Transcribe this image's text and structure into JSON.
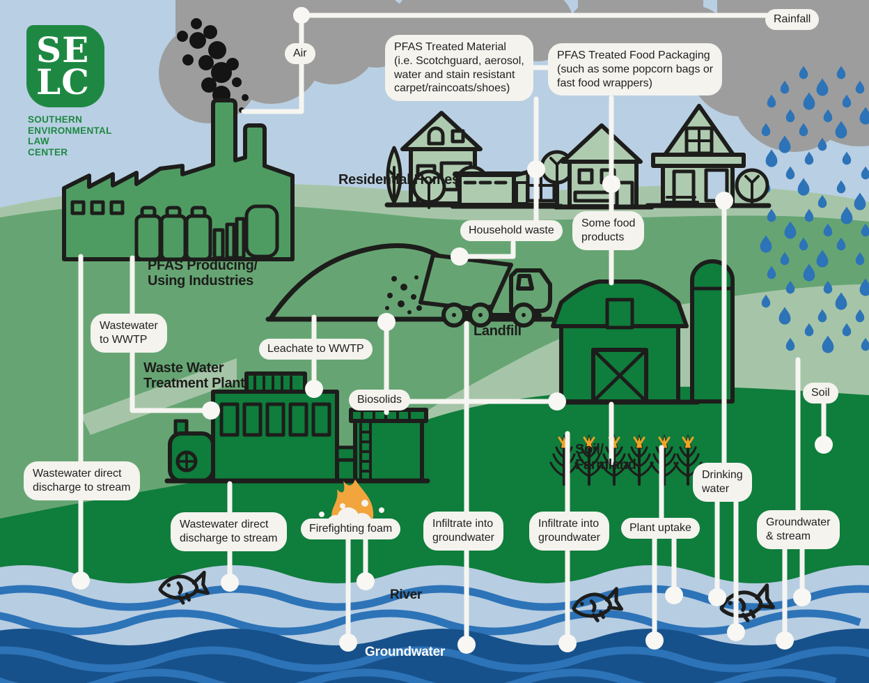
{
  "logo": {
    "top": "SE",
    "bottom": "LC",
    "org": "SOUTHERN\nENVIRONMENTAL\nLAW\nCENTER"
  },
  "pills": {
    "air": "Air",
    "rainfall": "Rainfall",
    "pfas_material": "PFAS Treated Material\n(i.e. Scotchguard, aerosol,\nwater and stain resistant\ncarpet/raincoats/shoes)",
    "pfas_food_packaging": "PFAS Treated Food Packaging\n(such as some popcorn bags or\nfast food wrappers)",
    "household_waste": "Household waste",
    "some_food_products": "Some food\nproducts",
    "wastewater_to_wwtp": "Wastewater\nto WWTP",
    "leachate_to_wwtp": "Leachate to WWTP",
    "biosolids": "Biosolids",
    "discharge_1": "Wastewater direct\ndischarge to stream",
    "discharge_2": "Wastewater direct\ndischarge to stream",
    "firefighting_foam": "Firefighting foam",
    "infiltrate_1": "Infiltrate into\ngroundwater",
    "infiltrate_2": "Infiltrate into\ngroundwater",
    "plant_uptake": "Plant uptake",
    "drinking_water": "Drinking\nwater",
    "groundwater_stream": "Groundwater\n& stream",
    "soil": "Soil"
  },
  "captions": {
    "residential_homes": "Residential Homes",
    "industries": "PFAS Producing/\nUsing Industries",
    "landfill": "Landfill",
    "wwtp": "Waste Water\nTreatment Plant",
    "soil_farmland": "Soil/\nFarmland",
    "river": "River",
    "groundwater": "Groundwater"
  },
  "colors": {
    "sky": "#b9cfe3",
    "cloud": "#9d9d9d",
    "hill_light": "#a6c5a8",
    "hill_medium": "#66a573",
    "hill_dark": "#0f7d3c",
    "river": "#b7cde2",
    "groundwater": "#17518b",
    "wave": "#2d73b7",
    "label_bg": "#f4f3ee",
    "ink": "#1d1d1b",
    "connector_line": "#f6f5f1",
    "selc_green": "#1e8843",
    "flame_orange": "#f2a43d",
    "corn_tassel": "#eda427",
    "factory_green": "#4f9c63",
    "house_green": "#aecbb0"
  }
}
